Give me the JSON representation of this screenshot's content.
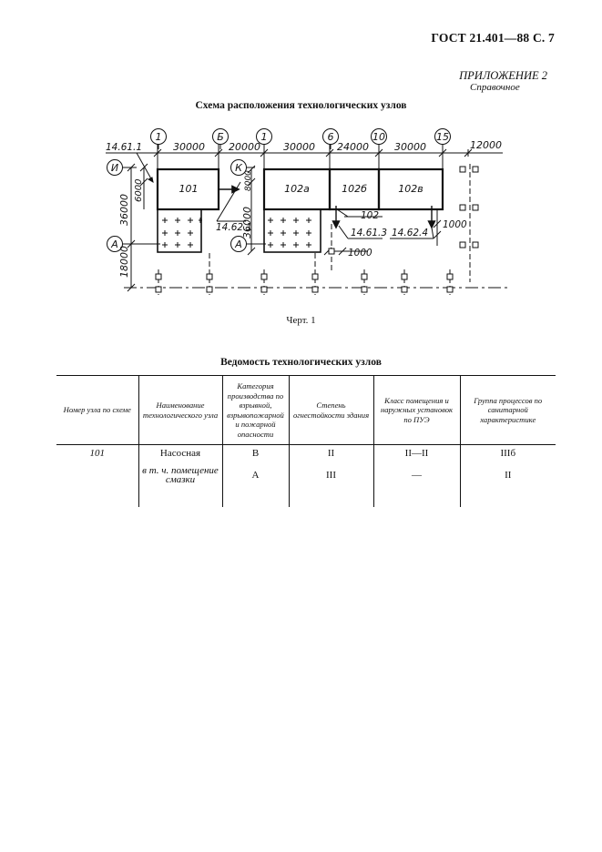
{
  "header": {
    "doc_ref": "ГОСТ 21.401—88 С. 7",
    "appendix": "ПРИЛОЖЕНИЕ 2",
    "reference": "Справочное"
  },
  "scheme": {
    "title": "Схема расположения технологических узлов",
    "axes": [
      "1",
      "Б",
      "1",
      "6",
      "10",
      "15",
      "И",
      "К",
      "А",
      "А"
    ],
    "dims": [
      "30000",
      "20000",
      "30000",
      "24000",
      "30000",
      "12000",
      "36000",
      "6000",
      "8000",
      "36000",
      "18000",
      "1000",
      "1000"
    ],
    "rooms": [
      "101",
      "102а",
      "102б",
      "102в"
    ],
    "labels": [
      "14.61.1",
      "14.62.1",
      "102",
      "14.61.3",
      "14.62.4"
    ],
    "caption": "Черт. 1"
  },
  "table": {
    "title": "Ведомость технологических узлов",
    "headers": [
      "Номер узла по схеме",
      "Наименование технологического узла",
      "Категория производства по взрывной, взрывопожарной и пожарной опасности",
      "Степень огнестойкости здания",
      "Класс помещения и наружных установок по ПУЭ",
      "Группа процессов по санитарной характеристике"
    ],
    "rows": [
      [
        "101",
        "Насосная",
        "В",
        "II",
        "II—II",
        "IIIб"
      ],
      [
        "",
        "в т. ч. помещение смазки",
        "А",
        "III",
        "—",
        "II"
      ]
    ]
  }
}
